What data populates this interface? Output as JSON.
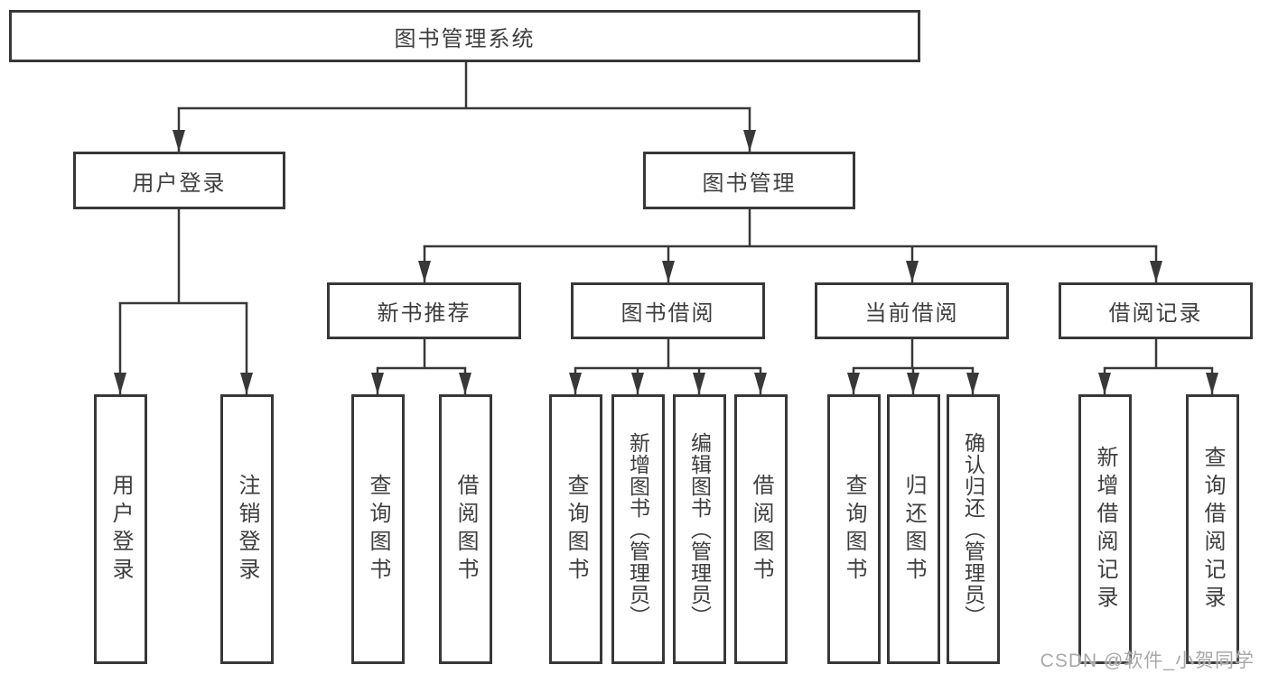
{
  "tree": {
    "label": "图书管理系统",
    "children": [
      {
        "label": "用户登录",
        "children": [
          {
            "label": "用户登录"
          },
          {
            "label": "注销登录"
          }
        ]
      },
      {
        "label": "图书管理",
        "children": [
          {
            "label": "新书推荐",
            "children": [
              {
                "label": "查询图书"
              },
              {
                "label": "借阅图书"
              }
            ]
          },
          {
            "label": "图书借阅",
            "children": [
              {
                "label": "查询图书"
              },
              {
                "label": "新增图书（管理员）"
              },
              {
                "label": "编辑图书（管理员）"
              },
              {
                "label": "借阅图书"
              }
            ]
          },
          {
            "label": "当前借阅",
            "children": [
              {
                "label": "查询图书"
              },
              {
                "label": "归还图书"
              },
              {
                "label": "确认归还（管理员）"
              }
            ]
          },
          {
            "label": "借阅记录",
            "children": [
              {
                "label": "新增借阅记录"
              },
              {
                "label": "查询借阅记录"
              }
            ]
          }
        ]
      }
    ]
  },
  "watermark": "CSDN @软件_小贺同学",
  "colors": {
    "line": "#383838",
    "box_border": "#383838",
    "text": "#3e3e3e",
    "watermark": "#a9a9a9",
    "background": "#ffffff"
  }
}
